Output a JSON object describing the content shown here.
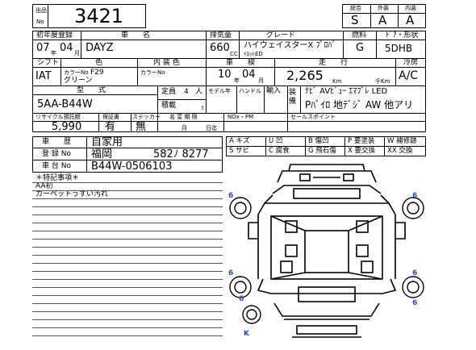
{
  "header": {
    "lot_label_top": "出品",
    "lot_label_bottom": "No",
    "lot_number": "3421",
    "grade_labels": [
      "総合",
      "外装",
      "内装"
    ],
    "grade_values": [
      "S",
      "A",
      "A"
    ]
  },
  "row1": {
    "labels": {
      "year": "初年度登録",
      "name": "車　　名",
      "displacement": "排気量",
      "grade": "グレード",
      "fuel": "燃料",
      "door_shape": "ﾄﾞｱ・形状"
    },
    "year_value": "07",
    "month_value": "04",
    "year_unit": "年",
    "month_unit": "月",
    "car_name": "DAYZ",
    "displacement": "660",
    "cc_unit": "CC",
    "grade_line1": "ハイウェイスターX ﾌﾟﾛﾊﾟ",
    "grade_line2": "ｲﾛｯﾄED",
    "fuel": "G",
    "door_shape": "5DHB"
  },
  "row2": {
    "labels": {
      "shift": "シフト",
      "color": "色",
      "interior": "内 装 色",
      "inspection": "車　　検",
      "mileage": "走　　行",
      "ac": "冷房"
    },
    "shift": "IAT",
    "color_no_label": "カラーNo",
    "color_no": "F29",
    "color_name": "グリーン",
    "interior_color_no_label": "カラーNo",
    "inspection_year": "10",
    "inspection_month": "04",
    "year_unit": "年",
    "month_unit": "月",
    "mileage": "2,265",
    "km_unit": "Km",
    "thousand_km_unit": "千Km",
    "ac": "A/C"
  },
  "row3": {
    "labels": {
      "model": "型　　式",
      "capacity": "定員",
      "person_unit": "人",
      "load": "積載",
      "t_unit": "t",
      "model_year": "モデル年",
      "handle": "ハンドル",
      "import": "輸入",
      "equipment": "装備"
    },
    "capacity": "4",
    "model": "5AA-B44W",
    "equipment_line1": "ﾅﾋﾞ AVﾋﾞｭｰ ｴﾏﾌﾞﾚ LED",
    "equipment_line2": "Pﾊﾟｲﾛ 地ﾃﾞｼﾞ AW 他アリ"
  },
  "row4": {
    "labels": {
      "recycle": "リサイクル預託額",
      "warranty": "保証書",
      "sticker": "ステッカー",
      "name_change": "名 変 期 限",
      "nox": "NOx・PM",
      "sales_point": "セールスポイント"
    },
    "recycle": "5,990",
    "warranty": "有",
    "sticker": "無",
    "month_unit": "月",
    "day_unit": "日迄"
  },
  "history": {
    "labels": {
      "history": "車　　歴",
      "reg_no": "登 録 No",
      "chassis_no": "車 台 No"
    },
    "history": "自家用",
    "reg_city": "福岡",
    "reg_number": "582ﾉ 8277",
    "chassis": "B44W-0506103"
  },
  "damage_legend": [
    [
      "A キズ",
      "U 凹",
      "B 傷凹",
      "P 要塗装",
      "W 補修跡"
    ],
    [
      "S サビ",
      "C 腐食",
      "G 飛石傷",
      "X 要交換",
      "XX 交換"
    ]
  ],
  "notes": {
    "title": "＊特記事項＊",
    "lines": [
      "AA初",
      "カーペットうすい汚れ"
    ]
  },
  "diagram": {
    "marks": [
      "6",
      "6",
      "6",
      "6",
      "6",
      "6",
      "K"
    ]
  },
  "colors": {
    "mark_blue": "#1f4fbf"
  }
}
